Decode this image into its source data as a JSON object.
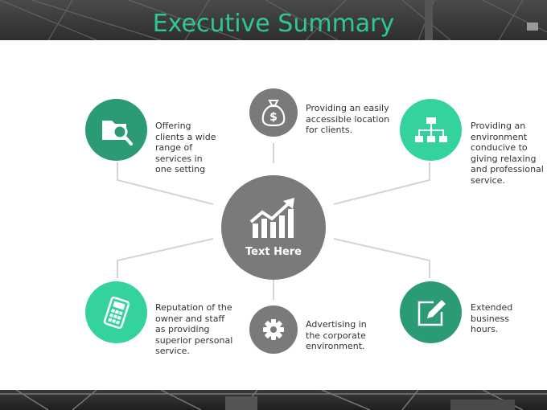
{
  "title": "Executive Summary",
  "colors": {
    "accent": "#2fc796",
    "accent_dark": "#2a9b72",
    "accent_light": "#35d39c",
    "gray": "#7a7a7a"
  },
  "center": {
    "label": "Text Here",
    "icon": "growth-chart-icon"
  },
  "features": {
    "top_left": {
      "icon": "folder-search-icon",
      "lines": [
        "Offering",
        "clients a wide",
        "range of",
        "services in",
        "one setting"
      ]
    },
    "top_center": {
      "icon": "money-bag-icon",
      "lines": [
        "Providing an easily",
        "accessible location",
        "for clients."
      ]
    },
    "top_right": {
      "icon": "org-chart-icon",
      "lines": [
        "Providing an",
        "environment",
        "conducive to",
        "giving relaxing",
        "and professional",
        "service."
      ]
    },
    "bottom_left": {
      "icon": "calculator-icon",
      "lines": [
        "Reputation of the",
        "owner and staff",
        "as providing",
        "superior personal",
        "service."
      ]
    },
    "bottom_center": {
      "icon": "gear-icon",
      "lines": [
        "Advertising in",
        "the corporate",
        "environment."
      ]
    },
    "bottom_right": {
      "icon": "edit-icon",
      "lines": [
        "Extended",
        "business",
        "hours."
      ]
    }
  }
}
